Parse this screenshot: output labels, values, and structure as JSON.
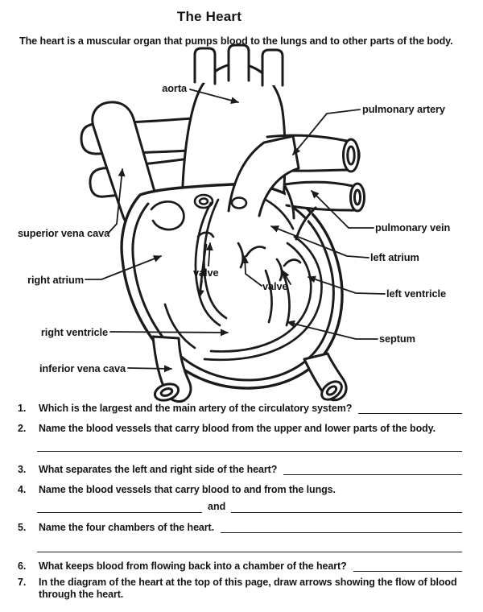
{
  "page": {
    "title": "The Heart",
    "intro": "The heart is a muscular organ that pumps blood to the lungs and to other parts of the body.",
    "ink_color": "#1b1b1b"
  },
  "diagram": {
    "labels": {
      "aorta": "aorta",
      "pulmonary_artery": "pulmonary artery",
      "superior_vena_cava": "superior vena cava",
      "pulmonary_vein": "pulmonary vein",
      "left_atrium": "left atrium",
      "right_atrium": "right atrium",
      "valve_left": "valve",
      "valve_right": "valve",
      "left_ventricle": "left ventricle",
      "right_ventricle": "right ventricle",
      "septum": "septum",
      "inferior_vena_cava": "inferior vena cava"
    }
  },
  "questions": {
    "connector": "and",
    "items": [
      {
        "num": "1.",
        "text": "Which is the largest and the main artery of the circulatory system?"
      },
      {
        "num": "2.",
        "text": "Name the blood vessels that carry blood from the upper and lower parts of the body."
      },
      {
        "num": "3.",
        "text": "What separates the left and right side of the heart?"
      },
      {
        "num": "4.",
        "text": "Name the blood vessels that carry blood to and from the lungs."
      },
      {
        "num": "5.",
        "text": "Name the four chambers of the heart."
      },
      {
        "num": "6.",
        "text": "What keeps blood from flowing back into a chamber of the heart?"
      },
      {
        "num": "7.",
        "text": "In the diagram of the heart at the top of this page, draw arrows showing the flow of blood through the heart."
      }
    ]
  }
}
